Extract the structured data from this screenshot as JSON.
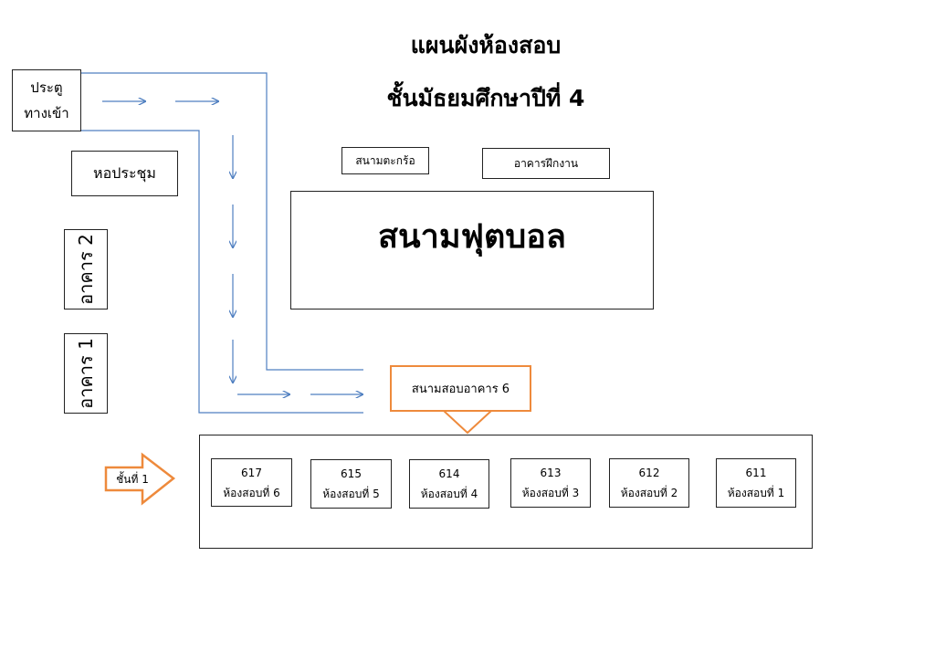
{
  "title": {
    "line1": "แผนผังห้องสอบ",
    "line2": "ชั้นมัธยมศึกษาปีที่ 4"
  },
  "entrance": {
    "line1": "ประตู",
    "line2": "ทางเข้า"
  },
  "hall": "หอประชุม",
  "building2": "อาคาร 2",
  "building1": "อาคาร 1",
  "takraw_court": "สนามตะกร้อ",
  "training_building": "อาคารฝึกงาน",
  "football_field": "สนามฟุตบอล",
  "exam_site": "สนามสอบอาคาร 6",
  "floor": "ชั้นที่ 1",
  "rooms": [
    {
      "number": "617",
      "label": "ห้องสอบที่ 6"
    },
    {
      "number": "615",
      "label": "ห้องสอบที่ 5"
    },
    {
      "number": "614",
      "label": "ห้องสอบที่ 4"
    },
    {
      "number": "613",
      "label": "ห้องสอบที่ 3"
    },
    {
      "number": "612",
      "label": "ห้องสอบที่ 2"
    },
    {
      "number": "611",
      "label": "ห้องสอบที่ 1"
    }
  ],
  "colors": {
    "path": "#4f7fc0",
    "highlight": "#ee8a3c",
    "border": "#222222"
  }
}
